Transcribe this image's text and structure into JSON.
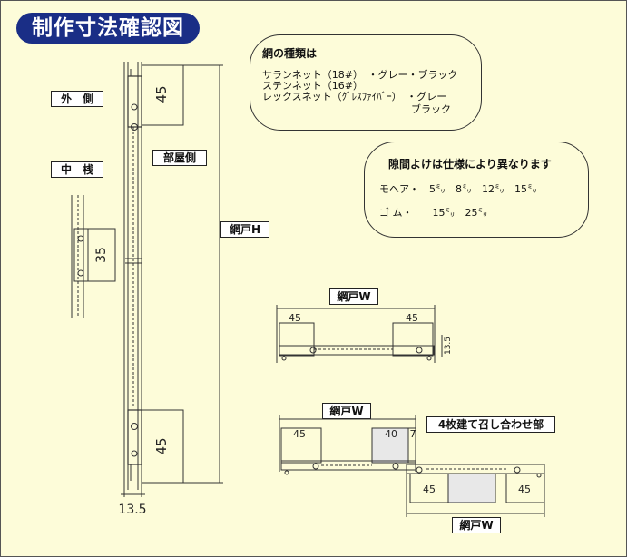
{
  "title": "制作寸法確認図",
  "net_types": {
    "heading": "網の種類は",
    "line1": "サランネット（18#）　・グレー・ブラック",
    "line2": "ステンネット（16#）",
    "line3": "レックスネット（ｸﾞﾚｽﾌｧｲﾊﾞｰ）　・グレー",
    "line4": "ブラック"
  },
  "gap_note": {
    "heading": "隙間よけは仕様により異なります",
    "mohair": "モヘア・　5㍉　8㍉　12㍉　15㍉",
    "rubber": "ゴ ム・　　15㍉　25㍉"
  },
  "labels": {
    "outside": "外　側",
    "mullion": "中　桟",
    "room_side": "部屋側",
    "net_h": "網戸H",
    "net_w1": "網戸W",
    "net_w2": "網戸W",
    "net_w3": "網戸W",
    "four_panel": "4枚建て召し合わせ部"
  },
  "dims": {
    "top_45": "45",
    "bottom_45": "45",
    "mid_35": "35",
    "base_135": "13.5",
    "w1_left": "45",
    "w1_right": "45",
    "w1_side": "13.5",
    "w2_left": "45",
    "w2_mid": "40",
    "w2_seven": "7",
    "w3_left": "45",
    "w3_right": "45"
  }
}
